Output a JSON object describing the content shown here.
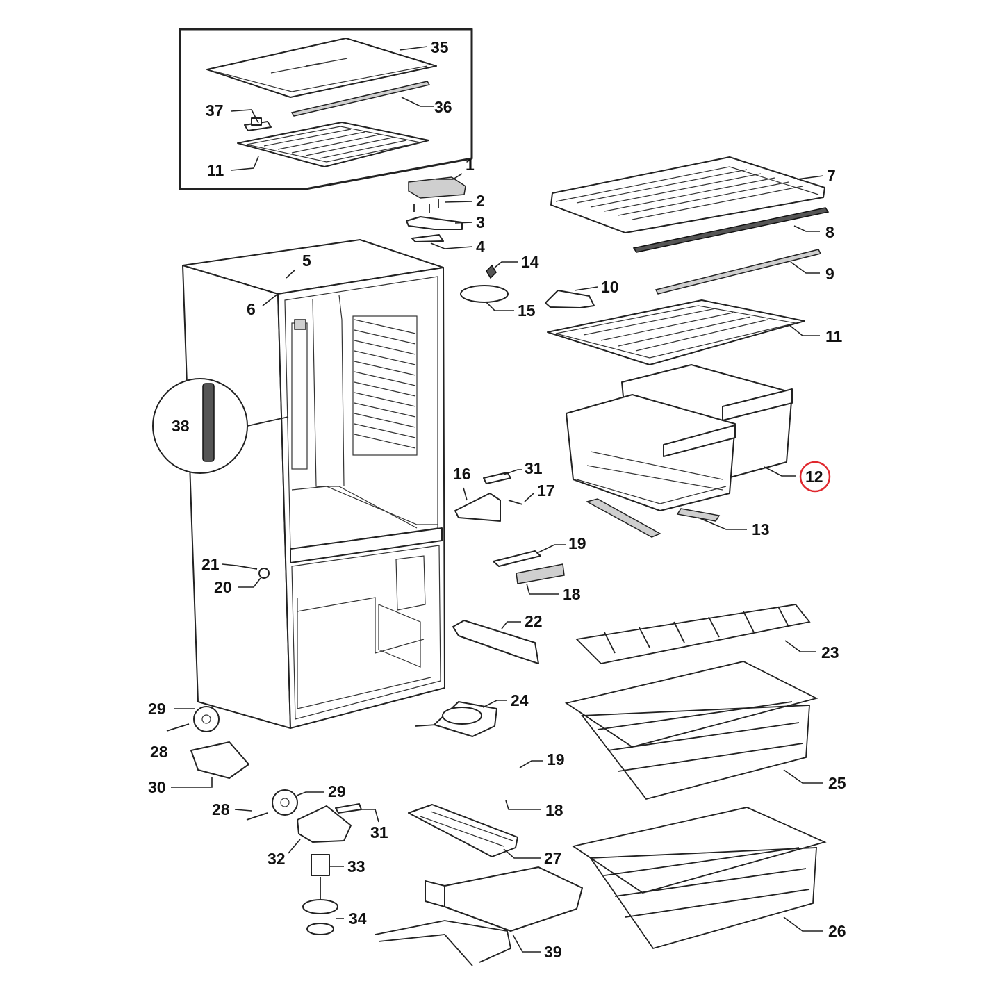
{
  "highlight_color": "#e0282e",
  "callouts": [
    {
      "key": "35",
      "text": "35"
    },
    {
      "key": "36",
      "text": "36"
    },
    {
      "key": "37",
      "text": "37"
    },
    {
      "key": "11a",
      "text": "11"
    },
    {
      "key": "1",
      "text": "1"
    },
    {
      "key": "2",
      "text": "2"
    },
    {
      "key": "3",
      "text": "3"
    },
    {
      "key": "4",
      "text": "4"
    },
    {
      "key": "5",
      "text": "5"
    },
    {
      "key": "6",
      "text": "6"
    },
    {
      "key": "14",
      "text": "14"
    },
    {
      "key": "15",
      "text": "15"
    },
    {
      "key": "10",
      "text": "10"
    },
    {
      "key": "7",
      "text": "7"
    },
    {
      "key": "8",
      "text": "8"
    },
    {
      "key": "9",
      "text": "9"
    },
    {
      "key": "11b",
      "text": "11"
    },
    {
      "key": "38",
      "text": "38"
    },
    {
      "key": "12",
      "text": "12",
      "highlighted": true
    },
    {
      "key": "13",
      "text": "13"
    },
    {
      "key": "16",
      "text": "16"
    },
    {
      "key": "31a",
      "text": "31"
    },
    {
      "key": "17",
      "text": "17"
    },
    {
      "key": "19a",
      "text": "19"
    },
    {
      "key": "18a",
      "text": "18"
    },
    {
      "key": "21",
      "text": "21"
    },
    {
      "key": "20",
      "text": "20"
    },
    {
      "key": "22",
      "text": "22"
    },
    {
      "key": "23",
      "text": "23"
    },
    {
      "key": "24",
      "text": "24"
    },
    {
      "key": "29a",
      "text": "29"
    },
    {
      "key": "28a",
      "text": "28"
    },
    {
      "key": "30",
      "text": "30"
    },
    {
      "key": "25",
      "text": "25"
    },
    {
      "key": "19b",
      "text": "19"
    },
    {
      "key": "18b",
      "text": "18"
    },
    {
      "key": "29b",
      "text": "29"
    },
    {
      "key": "28b",
      "text": "28"
    },
    {
      "key": "31b",
      "text": "31"
    },
    {
      "key": "32",
      "text": "32"
    },
    {
      "key": "33",
      "text": "33"
    },
    {
      "key": "27",
      "text": "27"
    },
    {
      "key": "34",
      "text": "34"
    },
    {
      "key": "26",
      "text": "26"
    },
    {
      "key": "39",
      "text": "39"
    }
  ]
}
